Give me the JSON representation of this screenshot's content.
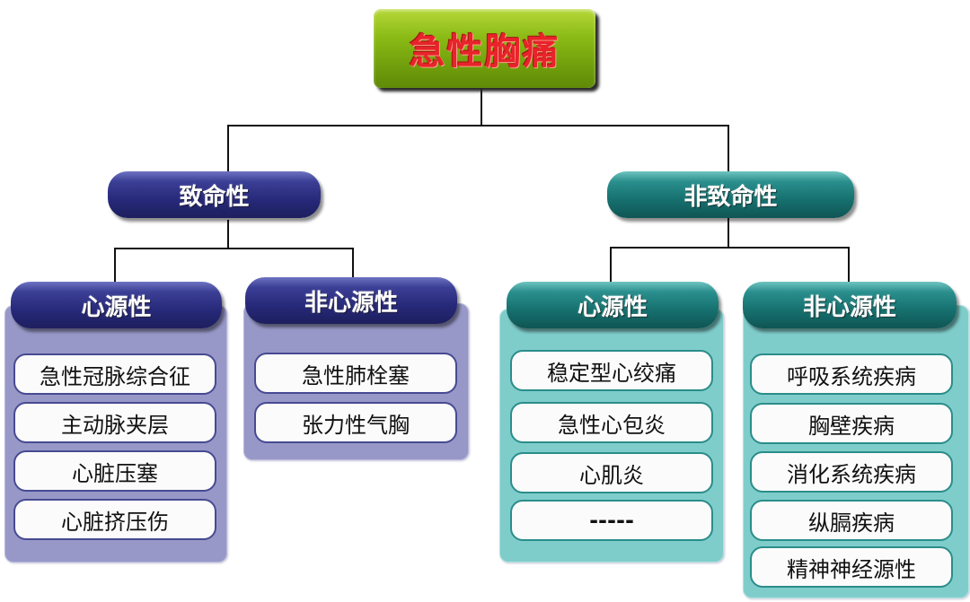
{
  "diagram": {
    "root": {
      "label": "急性胸痛",
      "color": "#8bbb16",
      "text_color": "#e8232a"
    },
    "branches": [
      {
        "label": "致命性",
        "color": "#27297a",
        "groups": [
          {
            "label": "心源性",
            "items": [
              "急性冠脉综合征",
              "主动脉夹层",
              "心脏压塞",
              "心脏挤压伤"
            ]
          },
          {
            "label": "非心源性",
            "items": [
              "急性肺栓塞",
              "张力性气胸"
            ]
          }
        ]
      },
      {
        "label": "非致命性",
        "color": "#16716f",
        "groups": [
          {
            "label": "心源性",
            "items": [
              "稳定型心绞痛",
              "急性心包炎",
              "心肌炎",
              "-----"
            ]
          },
          {
            "label": "非心源性",
            "items": [
              "呼吸系统疾病",
              "胸壁疾病",
              "消化系统疾病",
              "纵膈疾病",
              "精神神经源性"
            ]
          }
        ]
      }
    ]
  }
}
